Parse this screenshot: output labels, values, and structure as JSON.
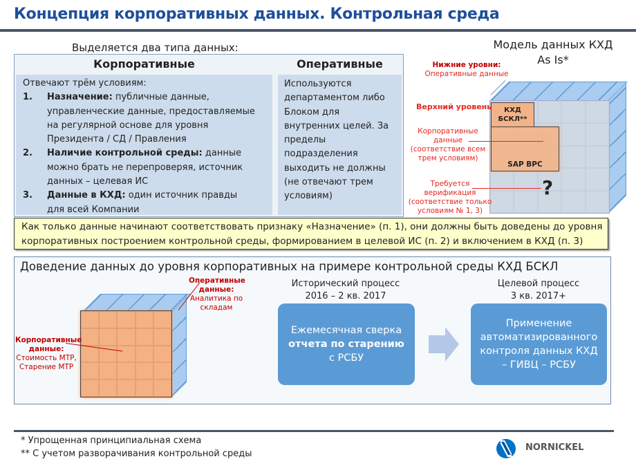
{
  "title": "Концепция корпоративных данных. Контрольная среда",
  "subtitle": "Выделяется два типа данных:",
  "types_table": {
    "corporate": {
      "header": "Корпоративные",
      "intro": "Отвечают трём условиям:",
      "items": [
        {
          "num": "1.",
          "bold": "Назначение:",
          "text": " публичные данные, управленческие данные, предоставляемые на регулярной основе для уровня Президента / СД / Правления"
        },
        {
          "num": "2.",
          "bold": "Наличие контрольной среды:",
          "text": " данные можно брать не перепроверяя, источник данных – целевая ИС"
        },
        {
          "num": "3.",
          "bold": "Данные в КХД:",
          "text": " один источник правды для всей Компании"
        }
      ]
    },
    "operational": {
      "header": "Оперативные",
      "text": "Используются департаментом либо Блоком для внутренних целей. За пределы подразделения выходить не должны (не отвечают трем условиям)"
    }
  },
  "model": {
    "title_line1": "Модель данных КХД",
    "title_line2": "As Is*",
    "lower_levels_bold": "Нижние уровни:",
    "lower_levels_text": "Оперативные данные",
    "upper_level": "Верхний уровень",
    "corporate_label": "Корпоративные данные (соответствие всем трем условиям)",
    "verify_label": "Требуется верификация (соответствие только условиям № 1, 3)",
    "kxd_box": "КХД БСКЛ**",
    "sap_box": "SAP BPC",
    "question": "?"
  },
  "notice": "Как только данные начинают соответствовать признаку «Назначение» (п. 1), они должны быть доведены до уровня корпоративных построением контрольной среды, формированием в целевой ИС (п. 2) и включением в КХД (п. 3)",
  "example": {
    "title": "Доведение данных до уровня корпоративных на примере контрольной среды КХД БСКЛ",
    "operational_bold": "Оперативные данные:",
    "operational_text": "Аналитика по складам",
    "corporate_bold": "Корпоративные данные:",
    "corporate_text": "Стоимость МТР, Старение МТР",
    "historical_label_1": "Исторический процесс",
    "historical_label_2": "2016 – 2 кв. 2017",
    "historical_box_1": "Ежемесячная сверка",
    "historical_box_bold": "отчета по старению",
    "historical_box_2": "с РСБУ",
    "target_label_1": "Целевой процесс",
    "target_label_2": "3 кв. 2017+",
    "target_box": "Применение автоматизированного контроля данных КХД – ГИВЦ – РСБУ"
  },
  "footnotes": [
    "* Упрощенная принципиальная схема",
    "** С учетом разворачивания контрольной среды"
  ],
  "logo_text": "NORNICKEL",
  "colors": {
    "title": "#1f4e9c",
    "accent_red": "#e8261f",
    "process_box": "#5b9bd5",
    "notice_bg": "#ffffcc",
    "corporate_orange": "#f4b183"
  }
}
